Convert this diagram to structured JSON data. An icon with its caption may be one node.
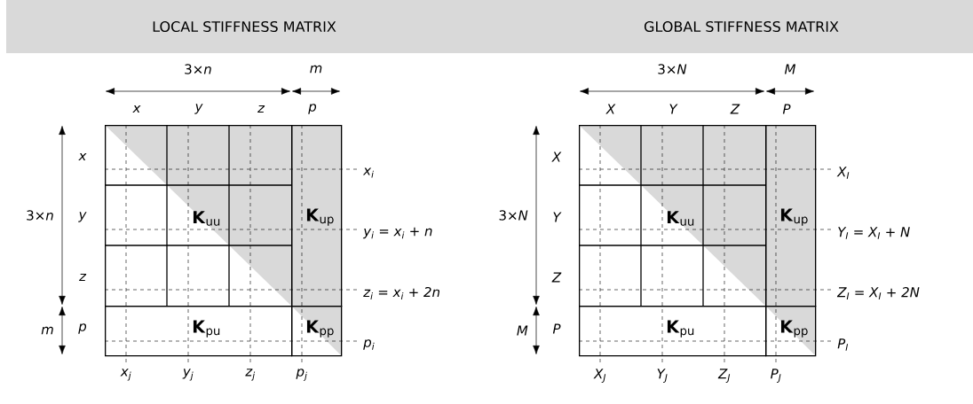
{
  "diagram": {
    "nodes": [
      {
        "text": [
          "**K**$_{uu}$"
        ]
      },
      {
        "text": [
          "**K**$_{up}$"
        ]
      },
      {
        "text": [
          "**K**$_{pu}$"
        ]
      },
      {
        "text": [
          "**K**$_{pp}$"
        ]
      },
      {
        "text": [
          "**K**$_{uu}$"
        ]
      },
      {
        "text": [
          "**K**$_{up}$"
        ]
      },
      {
        "text": [
          "**K**$_{pu}$"
        ]
      },
      {
        "text": [
          "**K**$_{pp}$"
        ]
      }
    ],
    "labels": [
      "LOCAL STIFFNESS MATRIX",
      "GLOBAL STIFFNESS MATRIX",
      "3×*n*",
      "m",
      "x",
      "y",
      "z",
      "p",
      "x",
      "y",
      "z",
      "p",
      "3×*n*",
      "m",
      "x$_{i}$",
      "y$_{i}$ = x$_{i}$ + n",
      "z$_{i}$ = x$_{i}$ + 2n",
      "p$_{i}$",
      "x$_{j}$",
      "y$_{j}$",
      "z$_{j}$",
      "p$_{j}$",
      "3×*N*",
      "M",
      "X",
      "Y",
      "Z",
      "P",
      "X",
      "Y",
      "Z",
      "P",
      "3×*N*",
      "M",
      "X$_{I}$",
      "Y$_{I}$ = X$_{I}$ + N",
      "Z$_{I}$ = X$_{I}$ + 2N",
      "P$_{I}$",
      "X$_{J}$",
      "Y$_{J}$",
      "Z$_{J}$",
      "P$_{J}$"
    ]
  }
}
